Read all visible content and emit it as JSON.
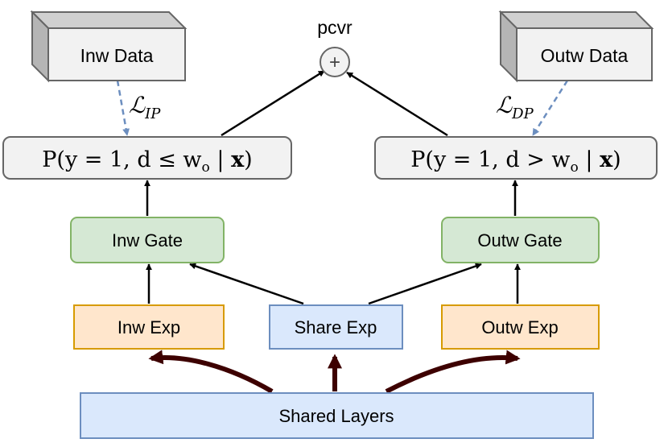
{
  "title": "pcvr",
  "plus_symbol": "+",
  "colors": {
    "gray_fill": "#f2f2f2",
    "gray_stroke": "#666666",
    "green_fill": "#d5e8d4",
    "green_stroke": "#82b366",
    "orange_fill": "#ffe6cc",
    "orange_stroke": "#d79b00",
    "blue_fill": "#dae8fc",
    "blue_stroke": "#6c8ebf",
    "arrow_dark": "#3d0000",
    "dashed_arrow": "#6c8ebf"
  },
  "data_boxes": {
    "inw": "Inw Data",
    "outw": "Outw Data"
  },
  "losses": {
    "ip": {
      "symbol": "ℒ",
      "subscript": "IP"
    },
    "dp": {
      "symbol": "ℒ",
      "subscript": "DP"
    }
  },
  "probabilities": {
    "inw": {
      "main": "P(y = 1, d ≤ w",
      "sub": "o",
      "tail": " | ",
      "bold": "x",
      "close": ")"
    },
    "outw": {
      "main": "P(y = 1, d > w",
      "sub": "o",
      "tail": " | ",
      "bold": "x",
      "close": ")"
    }
  },
  "gates": {
    "inw": "Inw Gate",
    "outw": "Outw Gate"
  },
  "experts": {
    "inw": "Inw Exp",
    "share": "Share Exp",
    "outw": "Outw Exp"
  },
  "shared_layers": "Shared Layers"
}
